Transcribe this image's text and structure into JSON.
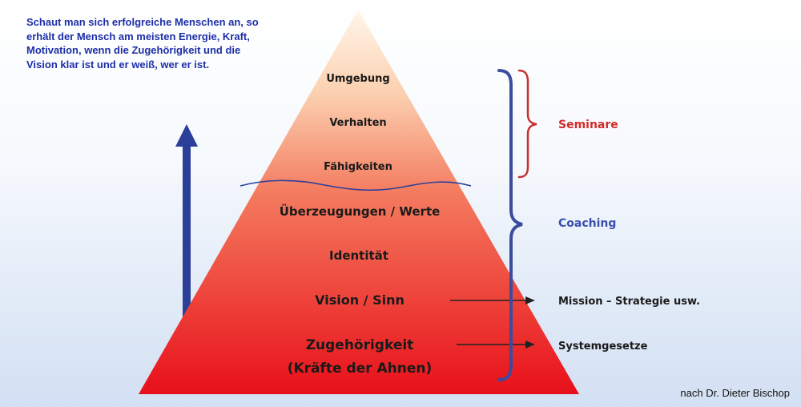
{
  "intro_text": "Schaut man sich erfolgreiche Menschen an, so erhält der Mensch am meisten Energie, Kraft, Motivation, wenn die Zugehörigkeit und die Vision klar ist und er weiß, wer er ist.",
  "levels": {
    "umgebung": "Umgebung",
    "verhalten": "Verhalten",
    "faehigkeiten": "Fähigkeiten",
    "ueberzeugungen": "Überzeugungen / Werte",
    "identitaet": "Identität",
    "vision": "Vision / Sinn",
    "zugehoerigkeit_1": "Zugehörigkeit",
    "zugehoerigkeit_2": "(Kräfte der Ahnen)"
  },
  "labels": {
    "seminare": "Seminare",
    "coaching": "Coaching",
    "mission": "Mission – Strategie usw.",
    "systemgesetze": "Systemgesetze"
  },
  "credit": "nach Dr. Dieter Bischop",
  "colors": {
    "pyramid_top": "#fff3e2",
    "pyramid_bottom": "#e8101a",
    "intro_text": "#1d2fa8",
    "up_arrow": "#2b3f99",
    "seminare": "#d42a2a",
    "coaching": "#3a4fae",
    "coaching_brace": "#3b4b9e",
    "seminare_brace": "#c83030"
  }
}
